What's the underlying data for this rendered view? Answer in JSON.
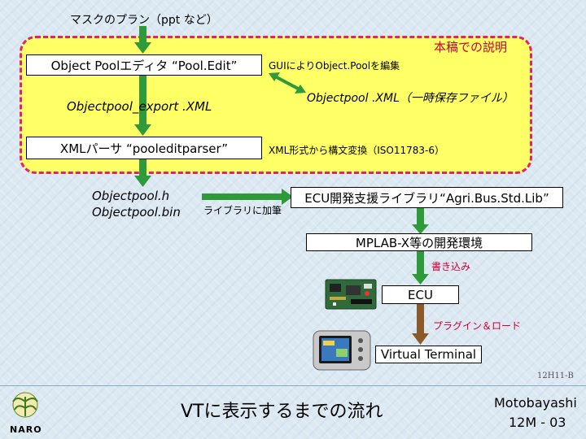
{
  "top_label": "マスクのプラン（ppt など）",
  "region": {
    "title": "本稿での説明"
  },
  "boxes": {
    "object_pool_editor": "Object Poolエディタ “Pool.Edit”",
    "xml_parser": "XMLパーサ “pooleditparser”",
    "ecu_library": "ECU開発支援ライブラリ“Agri.Bus.Std.Lib”",
    "mplab": "MPLAB-X等の開発環境",
    "ecu": "ECU",
    "virtual_terminal": "Virtual Terminal"
  },
  "labels": {
    "gui_edit": "GUIによりObject.Poolを編集",
    "objectpool_xml": "Objectpool .XML（一時保存ファイル）",
    "objectpool_export": "Objectpool_export .XML",
    "xml_convert": "XML形式から構文変換（ISO11783-6）",
    "objectpool_h": "Objectpool.h",
    "objectpool_bin": "Objectpool.bin",
    "add_to_library": "ライブラリに加筆",
    "write": "書き込み",
    "plugin_load": "プラグイン＆ロード"
  },
  "footer": {
    "code": "12H11-B",
    "title": "VTに表示するまでの流れ",
    "author": "Motobayashi",
    "page": "12M - 03",
    "logo_text": "NARO"
  },
  "colors": {
    "region_fill": "#ffff66",
    "region_border": "#e0207a",
    "arrow_green": "#2e9a3a",
    "arrow_brown": "#8b5a2b",
    "red_text": "#cc0033",
    "background": "#dce9f2"
  }
}
